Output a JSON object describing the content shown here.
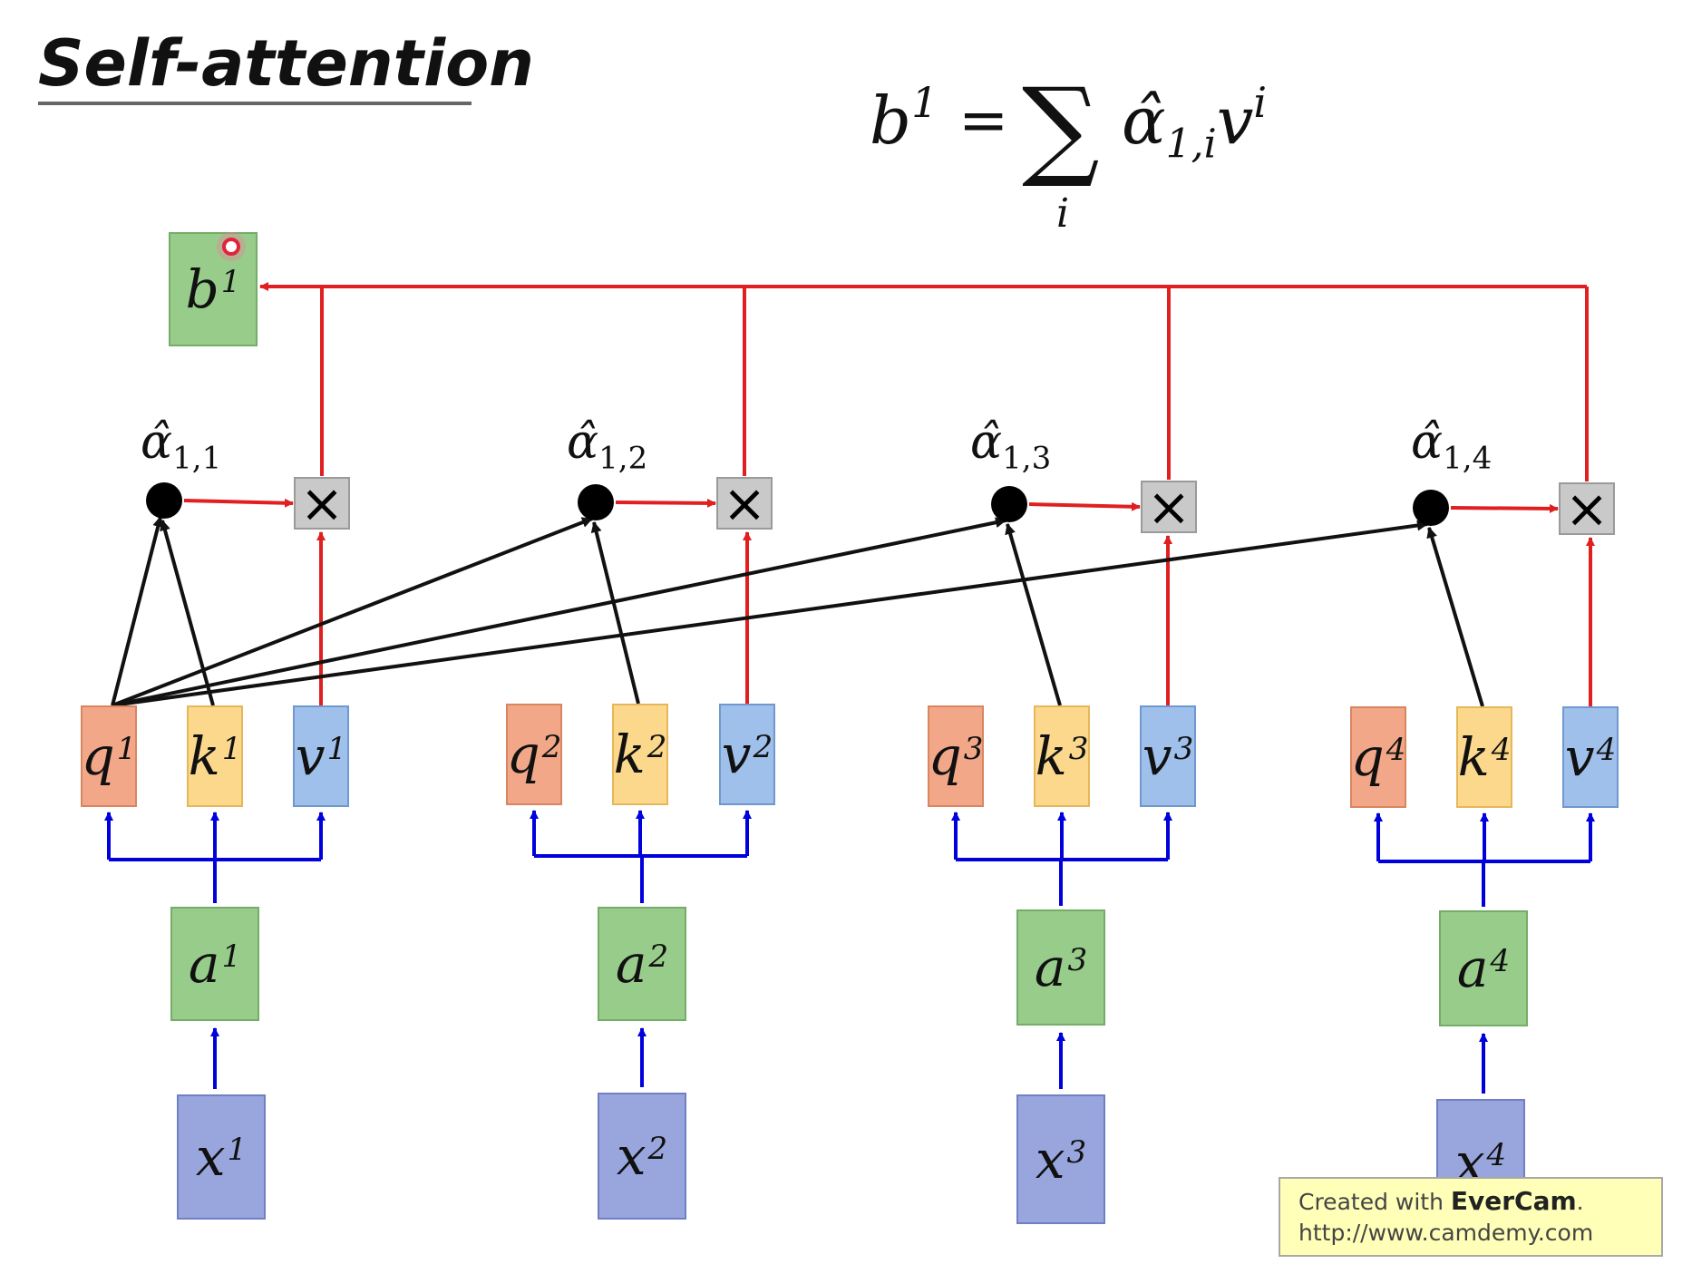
{
  "title": "Self-attention",
  "formula": {
    "lhs_base": "b",
    "lhs_sup": "1",
    "equals": "=",
    "sigma": "∑",
    "sum_index": "i",
    "rhs_alpha": "α̂",
    "rhs_alpha_sub": "1,i",
    "rhs_v": "v",
    "rhs_v_sup": "i"
  },
  "output": {
    "base": "b",
    "sup": "1"
  },
  "columns": [
    {
      "q": "q",
      "k": "k",
      "v": "v",
      "a": "a",
      "x": "x",
      "sup": "1",
      "alpha_base": "α̂",
      "alpha_sub": "1,1"
    },
    {
      "q": "q",
      "k": "k",
      "v": "v",
      "a": "a",
      "x": "x",
      "sup": "2",
      "alpha_base": "α̂",
      "alpha_sub": "1,2"
    },
    {
      "q": "q",
      "k": "k",
      "v": "v",
      "a": "a",
      "x": "x",
      "sup": "3",
      "alpha_base": "α̂",
      "alpha_sub": "1,3"
    },
    {
      "q": "q",
      "k": "k",
      "v": "v",
      "a": "a",
      "x": "x",
      "sup": "4",
      "alpha_base": "α̂",
      "alpha_sub": "1,4"
    }
  ],
  "multiply_symbol": "×",
  "colors": {
    "query": "#f2a888",
    "key": "#fcd88c",
    "value": "#9fc0ea",
    "embedding": "#98cc8a",
    "input": "#98a6dd",
    "projection_arrow": "#0000dd",
    "weighted_sum_arrow": "#e02020",
    "attention_arrow": "#111111"
  },
  "watermark": {
    "prefix": "Created with ",
    "brand": "EverCam",
    "suffix": ".",
    "url": "http://www.camdemy.com"
  }
}
